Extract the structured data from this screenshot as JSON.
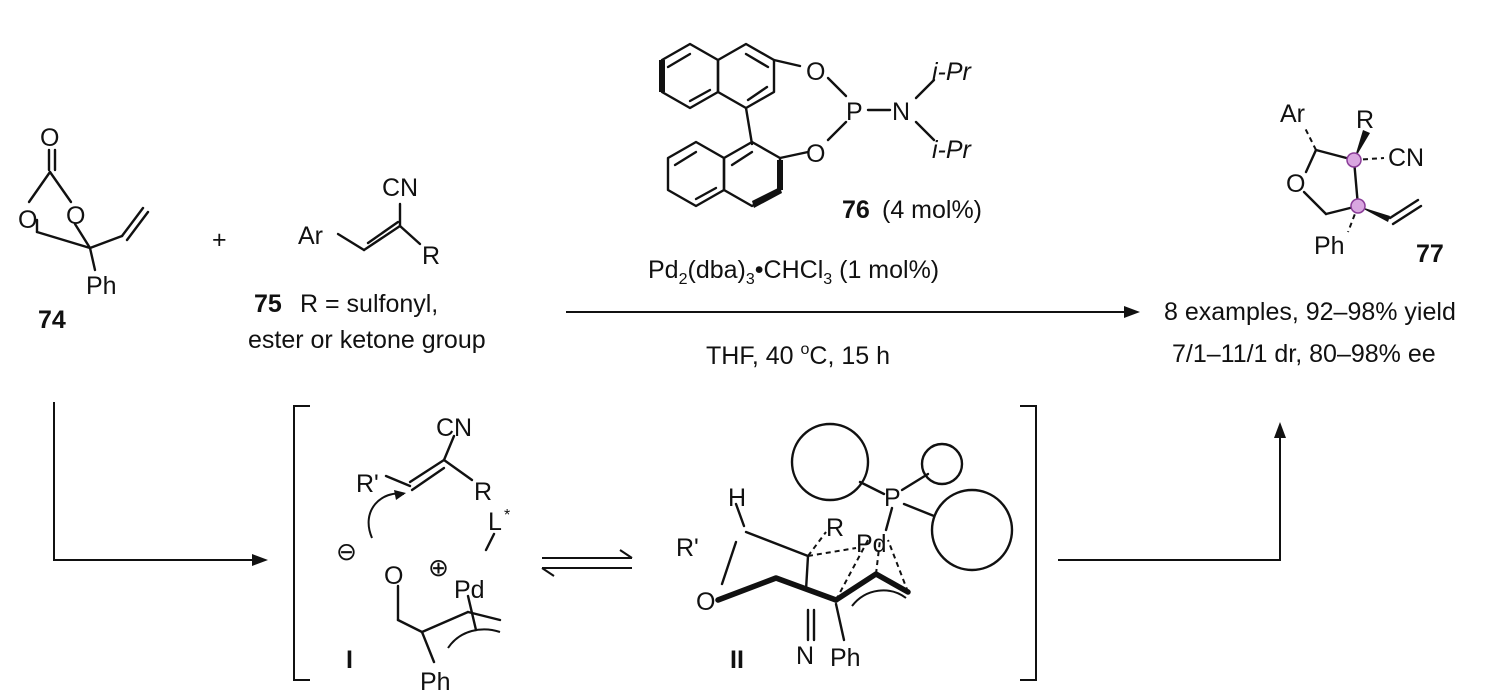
{
  "compounds": {
    "c74": {
      "number": "74",
      "subst": "Ph",
      "o1": "O",
      "o2": "O",
      "o3": "O"
    },
    "c75": {
      "number": "75",
      "r_def_1": "R = sulfonyl,",
      "r_def_2": "ester or ketone group",
      "ar": "Ar",
      "cn": "CN",
      "r": "R"
    },
    "c76": {
      "number": "76",
      "loading": "(4 mol%)",
      "o_top": "O",
      "o_bot": "O",
      "p": "P",
      "n": "N",
      "ipr1": "i-Pr",
      "ipr2": "i-Pr"
    },
    "c77": {
      "number": "77",
      "ar": "Ar",
      "r": "R",
      "cn": "CN",
      "o": "O",
      "ph": "Ph"
    }
  },
  "plus": "+",
  "conditions": {
    "catalyst_pre": "Pd",
    "catalyst_sub1": "2",
    "catalyst_mid1": "(dba)",
    "catalyst_sub2": "3",
    "catalyst_mid2": "•CHCl",
    "catalyst_sub3": "3",
    "catalyst_post": " (1 mol%)",
    "solvent_pre": "THF, 40 ",
    "deg": "o",
    "solvent_post": "C, 15 h"
  },
  "results": {
    "line1": "8 examples, 92–98% yield",
    "line2": "7/1–11/1 dr, 80–98% ee"
  },
  "intermediate_I": {
    "label": "I",
    "cn": "CN",
    "rprime": "R'",
    "r": "R",
    "l": "L",
    "star": "*",
    "o": "O",
    "minus": "⊖",
    "plus": "⊕",
    "pd": "Pd",
    "ph": "Ph"
  },
  "intermediate_II": {
    "label": "II",
    "h": "H",
    "rprime": "R'",
    "r": "R",
    "pd": "Pd",
    "p": "P",
    "o": "O",
    "n": "N",
    "ph": "Ph"
  }
}
